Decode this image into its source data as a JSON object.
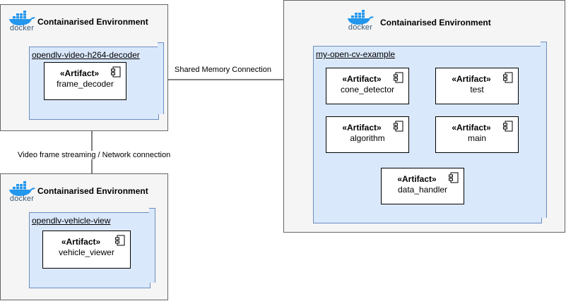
{
  "environments": [
    {
      "title": "Containarised Environment",
      "docker_word": "docker",
      "node": "opendlv-video-h264-decoder",
      "artifacts": [
        {
          "stereotype": "«Artifact»",
          "name": "frame_decoder"
        }
      ]
    },
    {
      "title": "Containarised Environment",
      "docker_word": "docker",
      "node": "opendlv-vehicle-view",
      "artifacts": [
        {
          "stereotype": "«Artifact»",
          "name": "vehicle_viewer"
        }
      ]
    },
    {
      "title": "Containarised Environment",
      "docker_word": "docker",
      "node": "my-open-cv-example",
      "artifacts": [
        {
          "stereotype": "«Artifact»",
          "name": "cone_detector"
        },
        {
          "stereotype": "«Artifact»",
          "name": "test"
        },
        {
          "stereotype": "«Artifact»",
          "name": "algorithm"
        },
        {
          "stereotype": "«Artifact»",
          "name": "main"
        },
        {
          "stereotype": "«Artifact»",
          "name": "data_handler"
        }
      ]
    }
  ],
  "connections": [
    {
      "label": "Shared Memory Connection"
    },
    {
      "label": "Video frame streaming / Network connection"
    }
  ],
  "colors": {
    "node_fill": "#dae8fc",
    "node_stroke": "#6c8ebf",
    "env_fill": "#f5f5f5",
    "env_stroke": "#666666",
    "docker_blue": "#2396ed"
  },
  "icons": [
    "docker-logo-icon",
    "component-icon"
  ]
}
